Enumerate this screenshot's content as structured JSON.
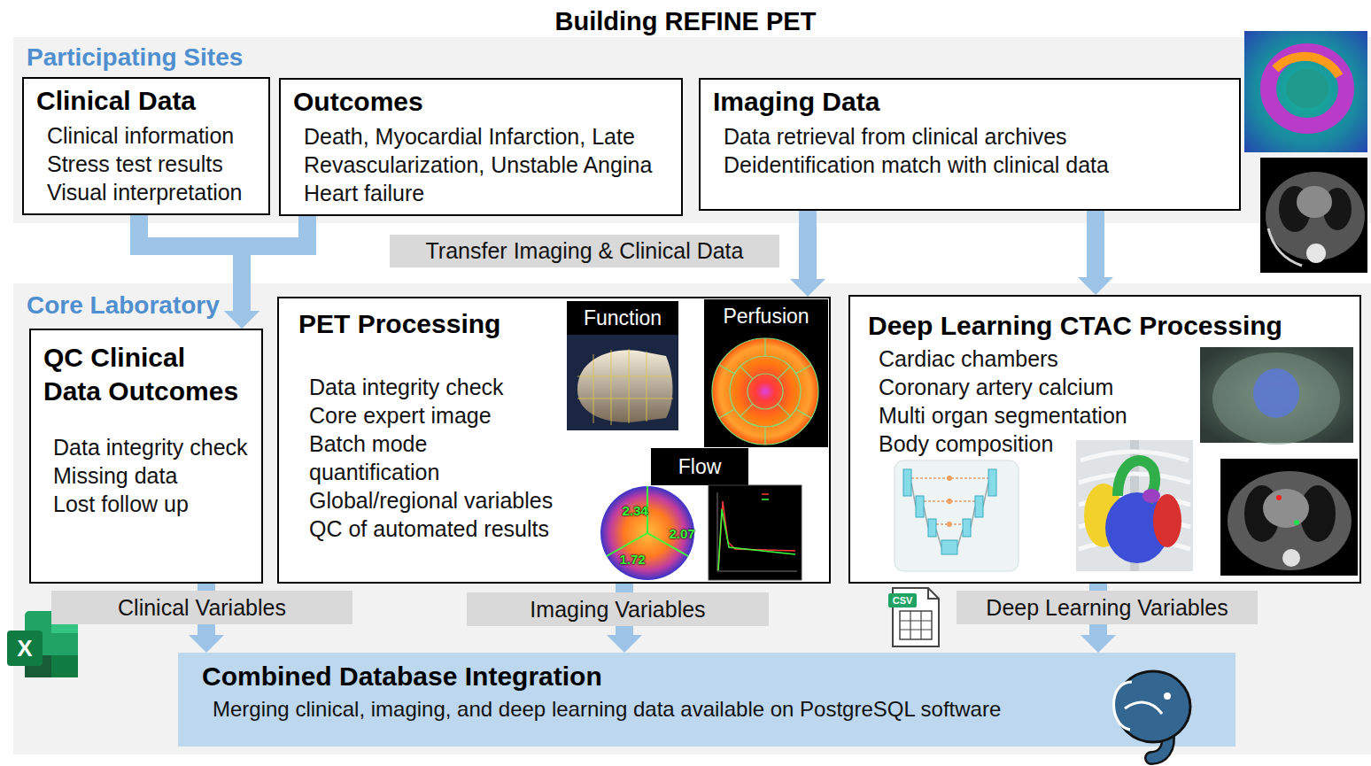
{
  "diagram": {
    "title": "Building REFINE PET",
    "nodes": [
      {
        "text": [
          "Participating Sites"
        ]
      },
      {
        "text": [
          "Clinical Data",
          "Clinical information",
          "Stress test results",
          "Visual interpretation"
        ],
        "in": 0
      },
      {
        "text": [
          "Outcomes",
          "Death, Myocardial Infarction, Late Revascularization, Unstable Angina",
          "Heart failure"
        ],
        "in": 0
      },
      {
        "text": [
          "Imaging Data",
          "Data retrieval from clinical archives",
          "Deidentification match with clinical data"
        ],
        "in": 0
      },
      {
        "text": [
          "Core Laboratory"
        ]
      },
      {
        "text": [
          "QC Clinical Data Outcomes",
          "Data integrity check",
          "Missing data",
          "Lost follow up"
        ],
        "in": 4
      },
      {
        "text": [
          "PET Processing",
          "Data integrity check",
          "Core expert image",
          "Batch mode quantification",
          "Global/regional variables",
          "QC of automated results"
        ],
        "in": 4
      },
      {
        "text": [
          "Deep Learning CTAC Processing",
          "Cardiac chambers",
          "Coronary artery calcium",
          "Multi organ segmentation",
          "Body composition"
        ],
        "in": 4
      },
      {
        "text": [
          "Combined Database Integration",
          "Merging clinical, imaging, and deep learning data available on PostgreSQL software"
        ],
        "in": 4
      }
    ],
    "edges": [
      {
        "from": 1,
        "to": 5,
        "arrow": "to"
      },
      {
        "from": 2,
        "to": 5,
        "arrow": "to"
      },
      {
        "from": 3,
        "to": 6,
        "arrow": "to"
      },
      {
        "from": 3,
        "to": 7,
        "arrow": "to"
      },
      {
        "from": 5,
        "to": 8,
        "arrow": "to",
        "label": "Clinical Variables"
      },
      {
        "from": 6,
        "to": 8,
        "arrow": "to",
        "label": "Imaging Variables"
      },
      {
        "from": 7,
        "to": 8,
        "arrow": "to",
        "label": "Deep Learning Variables"
      }
    ],
    "labels": [
      "Transfer Imaging & Clinical Data",
      "Function",
      "Perfusion",
      "Flow",
      "2.34",
      "2.07",
      "1.72",
      "CSV",
      "X"
    ]
  }
}
